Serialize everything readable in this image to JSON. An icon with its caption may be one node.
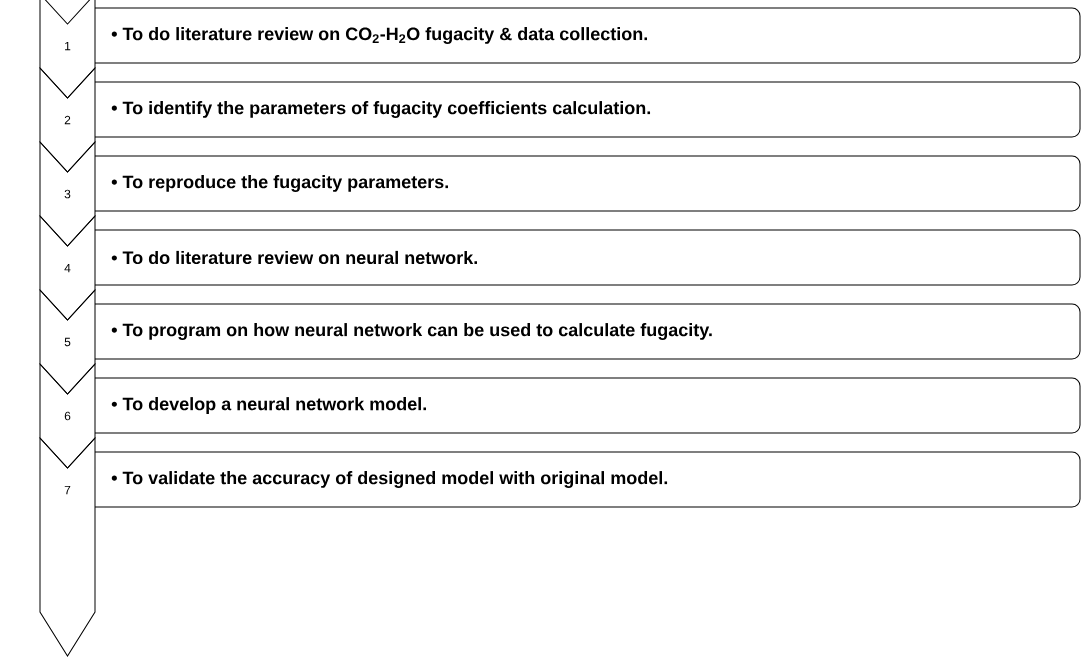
{
  "diagram": {
    "nodes": [
      {
        "text": [
          "1"
        ]
      },
      {
        "text": [
          "• To do literature review on CO$_{2}$-H$_{2}$O fugacity & data collection."
        ]
      },
      {
        "text": [
          "2"
        ]
      },
      {
        "text": [
          "• To identify the parameters of fugacity coefficients calculation."
        ]
      },
      {
        "text": [
          "3"
        ]
      },
      {
        "text": [
          "• To reproduce the fugacity parameters."
        ]
      },
      {
        "text": [
          "4"
        ]
      },
      {
        "text": [
          "• To do literature review on neural network."
        ]
      },
      {
        "text": [
          "5"
        ]
      },
      {
        "text": [
          "• To program on how neural network can be used to calculate fugacity."
        ]
      },
      {
        "text": [
          "6"
        ]
      },
      {
        "text": [
          "• To develop a neural network model."
        ]
      },
      {
        "text": [
          "7"
        ]
      },
      {
        "text": [
          "• To validate the accuracy of  designed model with original model."
        ]
      }
    ]
  }
}
